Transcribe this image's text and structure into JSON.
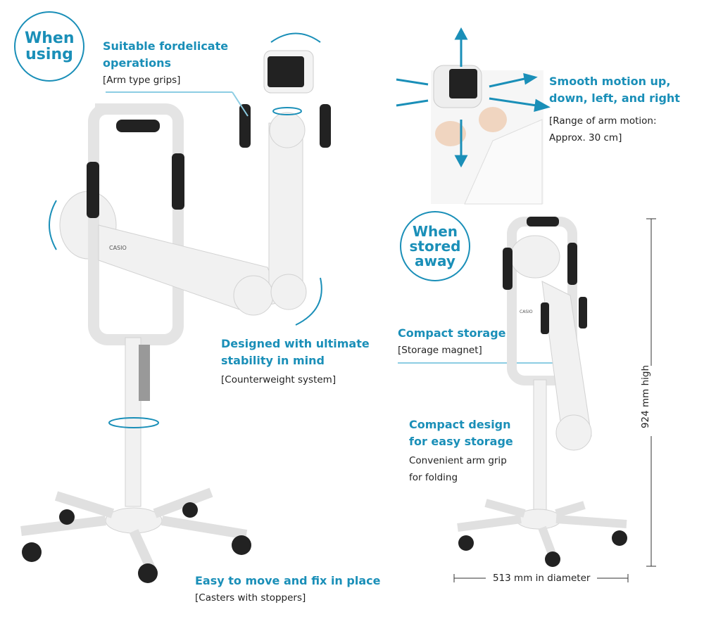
{
  "badges": {
    "using": "When using",
    "stored": "When stored away"
  },
  "callouts": {
    "grips": {
      "title": "Suitable fordelicate operations",
      "sub": "[Arm type grips]"
    },
    "motion": {
      "title": "Smooth motion up, down, left, and right",
      "sub1": "[Range of arm motion:",
      "sub2": "Approx. 30 cm]"
    },
    "stability": {
      "title1": "Designed with ultimate",
      "title2": "stability in mind",
      "sub": "[Counterweight system]"
    },
    "casters": {
      "title": "Easy to move and fix in place",
      "sub": "[Casters with stoppers]"
    },
    "storage": {
      "title": "Compact storage",
      "sub": "[Storage magnet]"
    },
    "compact": {
      "title1": "Compact design",
      "title2": "for easy storage",
      "sub1": "Convenient arm grip",
      "sub2": "for folding"
    }
  },
  "dimensions": {
    "height": "924 mm high",
    "diameter": "513 mm in diameter"
  },
  "logo": "CASIO",
  "colors": {
    "accent": "#1a8fb8"
  }
}
